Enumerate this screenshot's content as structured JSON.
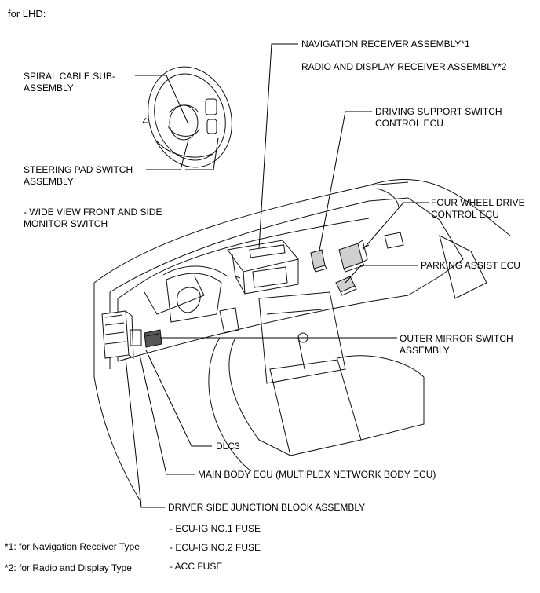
{
  "header": {
    "title": "for LHD:"
  },
  "labels": {
    "spiral_cable": [
      "SPIRAL CABLE SUB-",
      "ASSEMBLY"
    ],
    "steering_pad": [
      "STEERING PAD SWITCH",
      "ASSEMBLY"
    ],
    "wide_view": [
      "- WIDE VIEW FRONT AND SIDE",
      "MONITOR SWITCH"
    ],
    "nav_receiver": "NAVIGATION RECEIVER ASSEMBLY*1",
    "radio_display": "RADIO AND DISPLAY RECEIVER ASSEMBLY*2",
    "driving_support": [
      "DRIVING SUPPORT SWITCH",
      "CONTROL ECU"
    ],
    "four_wheel": [
      "FOUR WHEEL DRIVE",
      "CONTROL ECU"
    ],
    "parking_assist": "PARKING ASSIST ECU",
    "outer_mirror": [
      "OUTER MIRROR SWITCH",
      "ASSEMBLY"
    ],
    "dlc3": "DLC3",
    "main_body": "MAIN BODY ECU (MULTIPLEX NETWORK BODY ECU)",
    "driver_side_jb": "DRIVER SIDE JUNCTION BLOCK ASSEMBLY"
  },
  "fuses": [
    "- ECU-IG NO.1 FUSE",
    "- ECU-IG NO.2 FUSE",
    "- ACC FUSE"
  ],
  "footnotes": [
    "*1: for Navigation Receiver Type",
    "*2: for Radio and Display Type"
  ]
}
